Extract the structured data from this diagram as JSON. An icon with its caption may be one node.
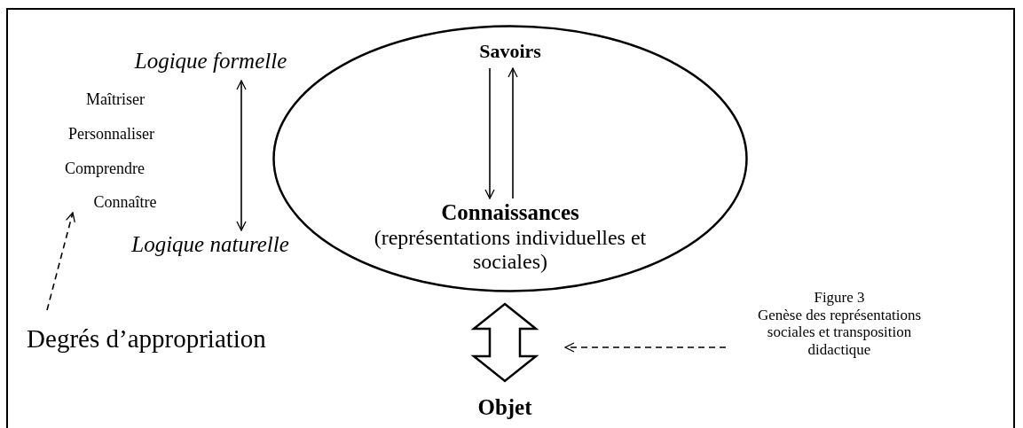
{
  "diagram": {
    "nodes": [
      {
        "text": [],
        "shape": "ellipse"
      },
      {
        "text": [
          "Savoirs"
        ],
        "in": 0
      },
      {
        "text": [
          "Connaissances",
          "(représentations individuelles et sociales)"
        ],
        "in": 0
      },
      {
        "text": [
          "Objet"
        ]
      },
      {
        "text": [
          "Logique formelle"
        ]
      },
      {
        "text": [
          "Logique naturelle"
        ]
      },
      {
        "text": [
          "Degrés d’appropriation"
        ]
      },
      {
        "text": [
          "Connaître"
        ]
      },
      {
        "text": [
          "Figure 3",
          "Genèse des représentations sociales et transposition didactique"
        ]
      }
    ],
    "edges": [
      {
        "from": 1,
        "to": 2,
        "arrow": "to"
      },
      {
        "from": 2,
        "to": 1,
        "arrow": "to"
      },
      {
        "from": 4,
        "to": 5,
        "arrow": "both"
      },
      {
        "from": 6,
        "to": 7,
        "arrow": "to",
        "style": "dashed"
      },
      {
        "from": 0,
        "to": 3,
        "arrow": "both",
        "style": "thick"
      },
      {
        "from": 8,
        "to": null,
        "arrow": "to",
        "style": "dashed"
      }
    ],
    "labels": [
      "Maîtriser",
      "Personnaliser",
      "Comprendre"
    ]
  }
}
